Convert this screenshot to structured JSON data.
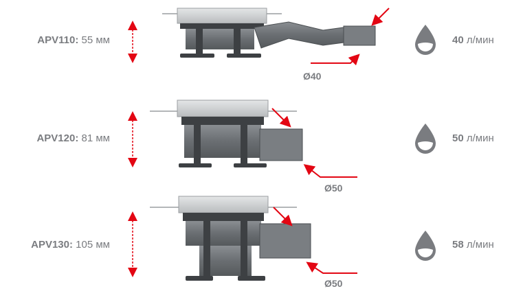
{
  "drains": [
    {
      "model": "APV110:",
      "height": "55 мм",
      "flow_value": "40",
      "flow_unit": "л/мин",
      "outlet": "Ø40"
    },
    {
      "model": "APV120:",
      "height": "81 мм",
      "flow_value": "50",
      "flow_unit": "л/мин",
      "outlet": "Ø50"
    },
    {
      "model": "APV130:",
      "height": "105 мм",
      "flow_value": "58",
      "flow_unit": "л/мин",
      "outlet": "Ø50"
    }
  ],
  "colors": {
    "accent": "#e30613",
    "text": "#7a7c80",
    "body": "#6f7377",
    "dark": "#3d4043",
    "steel": "#cfd2d4"
  },
  "icons": [
    "height-arrow-icon",
    "water-drop-icon"
  ]
}
